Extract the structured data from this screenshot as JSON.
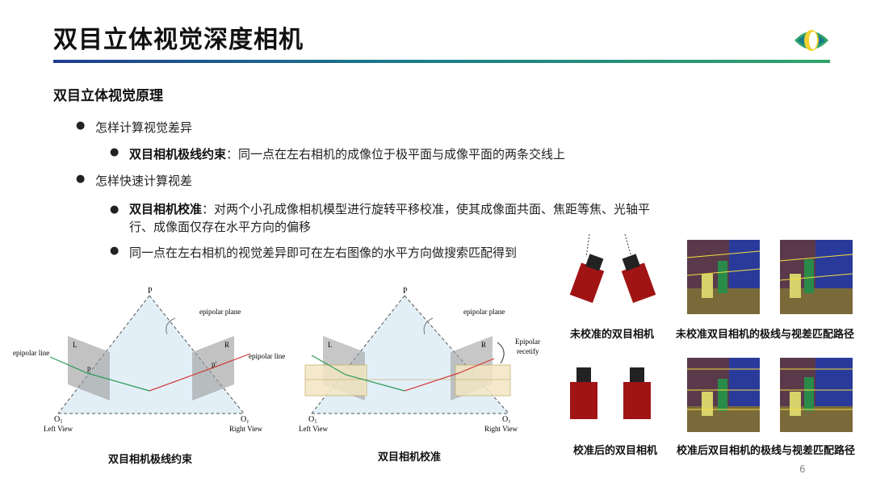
{
  "header": {
    "title": "双目立体视觉深度相机"
  },
  "section": {
    "subtitle": "双目立体视觉原理"
  },
  "bullets": {
    "b1": "怎样计算视觉差异",
    "b1a_bold": "双目相机极线约束",
    "b1a_text": "：同一点在左右相机的成像位于极平面与成像平面的两条交线上",
    "b2": "怎样快速计算视差",
    "b2a_bold": "双目相机校准",
    "b2a_text": "：对两个小孔成像相机模型进行旋转平移校准，使其成像面共面、焦距等焦、光轴平行、成像面仅存在水平方向的偏移",
    "b2b": "同一点在左右相机的视觉差异即可在左右图像的水平方向做搜索匹配得到"
  },
  "diagram1": {
    "p": "P",
    "epipolar_plane": "epipolar plane",
    "epipolar_line_left": "epipolar line",
    "epipolar_line_right": "epipolar line",
    "l": "L",
    "r": "R",
    "pl": "p",
    "pr": "p'",
    "ol": "O",
    "ol_sub": "l",
    "or": "O",
    "or_sub": "r",
    "left_view": "Left View",
    "right_view": "Right View"
  },
  "diagram2": {
    "p": "P",
    "epipolar_plane": "epipolar plane",
    "l": "L",
    "r": "R",
    "epipolar_label1": "Epipolar",
    "epipolar_label2": "recetify",
    "ol": "O",
    "ol_sub": "l",
    "or": "O",
    "or_sub": "r",
    "left_view": "Left View",
    "right_view": "Right View"
  },
  "captions": {
    "c1": "双目相机极线约束",
    "c2": "双目相机校准",
    "c3": "未校准的双目相机",
    "c4": "未校准双目相机的极线与视差匹配路径",
    "c5": "校准后的双目相机",
    "c6": "校准后双目相机的极线与视差匹配路径"
  },
  "footer": {
    "page_number": "6"
  },
  "colors": {
    "camera_red": "#a01414",
    "lens_black": "#222222",
    "accent_blue": "#1f3d8f",
    "accent_green": "#2fa56a"
  }
}
